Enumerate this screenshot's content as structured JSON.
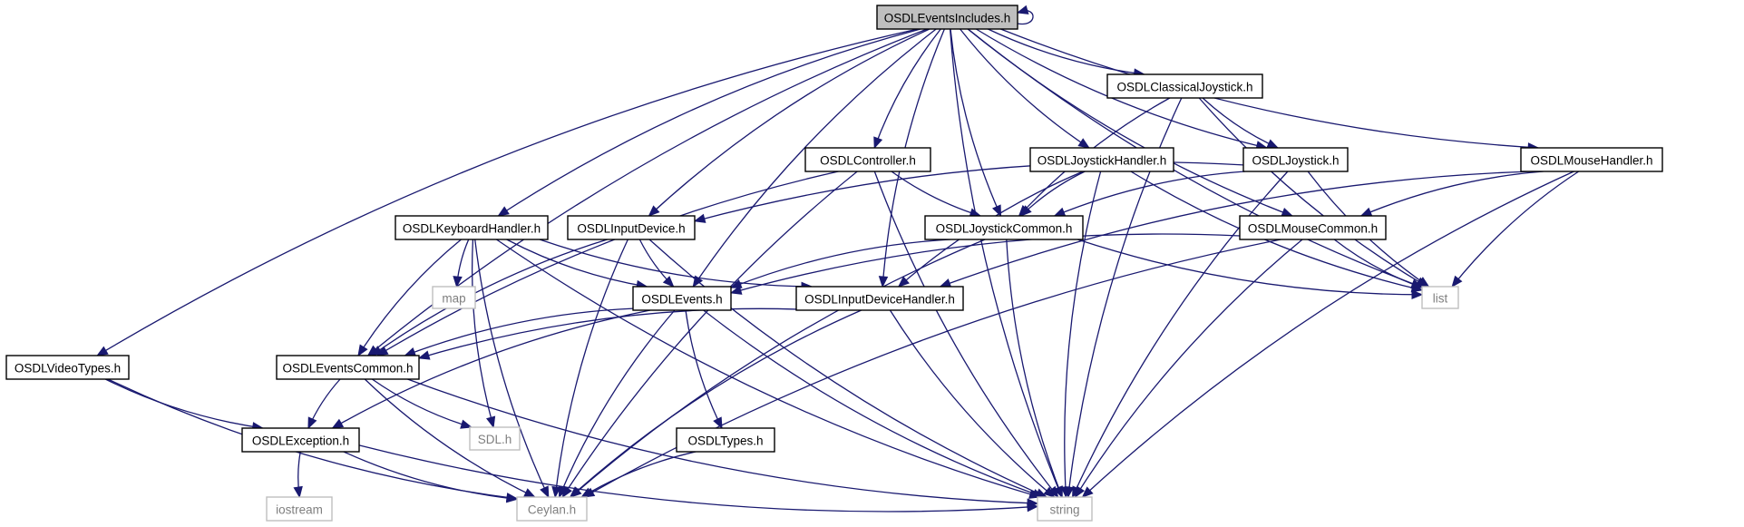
{
  "nodes": [
    {
      "id": "includes",
      "label": "OSDLEventsIncludes.h",
      "kind": "root"
    },
    {
      "id": "classicaljoystick",
      "label": "OSDLClassicalJoystick.h",
      "kind": "file"
    },
    {
      "id": "controller",
      "label": "OSDLController.h",
      "kind": "file"
    },
    {
      "id": "joystickhandler",
      "label": "OSDLJoystickHandler.h",
      "kind": "file"
    },
    {
      "id": "joystick",
      "label": "OSDLJoystick.h",
      "kind": "file"
    },
    {
      "id": "mousehandler",
      "label": "OSDLMouseHandler.h",
      "kind": "file"
    },
    {
      "id": "keyboardhandler",
      "label": "OSDLKeyboardHandler.h",
      "kind": "file"
    },
    {
      "id": "inputdevice",
      "label": "OSDLInputDevice.h",
      "kind": "file"
    },
    {
      "id": "joystickcommon",
      "label": "OSDLJoystickCommon.h",
      "kind": "file"
    },
    {
      "id": "mousecommon",
      "label": "OSDLMouseCommon.h",
      "kind": "file"
    },
    {
      "id": "map",
      "label": "map",
      "kind": "system"
    },
    {
      "id": "events",
      "label": "OSDLEvents.h",
      "kind": "file"
    },
    {
      "id": "inputdevicehandler",
      "label": "OSDLInputDeviceHandler.h",
      "kind": "file"
    },
    {
      "id": "list",
      "label": "list",
      "kind": "system"
    },
    {
      "id": "videotypes",
      "label": "OSDLVideoTypes.h",
      "kind": "file"
    },
    {
      "id": "eventscommon",
      "label": "OSDLEventsCommon.h",
      "kind": "file"
    },
    {
      "id": "exception",
      "label": "OSDLException.h",
      "kind": "file"
    },
    {
      "id": "sdl",
      "label": "SDL.h",
      "kind": "system"
    },
    {
      "id": "types",
      "label": "OSDLTypes.h",
      "kind": "file"
    },
    {
      "id": "iostream",
      "label": "iostream",
      "kind": "system"
    },
    {
      "id": "ceylan",
      "label": "Ceylan.h",
      "kind": "system"
    },
    {
      "id": "string",
      "label": "string",
      "kind": "system"
    }
  ],
  "edges": [
    [
      "includes",
      "includes"
    ],
    [
      "includes",
      "classicaljoystick"
    ],
    [
      "includes",
      "controller"
    ],
    [
      "includes",
      "joystickhandler"
    ],
    [
      "includes",
      "joystick"
    ],
    [
      "includes",
      "mousehandler"
    ],
    [
      "includes",
      "keyboardhandler"
    ],
    [
      "includes",
      "inputdevice"
    ],
    [
      "includes",
      "joystickcommon"
    ],
    [
      "includes",
      "mousecommon"
    ],
    [
      "includes",
      "events"
    ],
    [
      "includes",
      "inputdevicehandler"
    ],
    [
      "includes",
      "list"
    ],
    [
      "includes",
      "videotypes"
    ],
    [
      "includes",
      "eventscommon"
    ],
    [
      "includes",
      "string"
    ],
    [
      "classicaljoystick",
      "joystick"
    ],
    [
      "classicaljoystick",
      "joystickcommon"
    ],
    [
      "classicaljoystick",
      "list"
    ],
    [
      "classicaljoystick",
      "string"
    ],
    [
      "controller",
      "joystickcommon"
    ],
    [
      "controller",
      "eventscommon"
    ],
    [
      "controller",
      "ceylan"
    ],
    [
      "controller",
      "string"
    ],
    [
      "joystickhandler",
      "joystickcommon"
    ],
    [
      "joystickhandler",
      "inputdevicehandler"
    ],
    [
      "joystickhandler",
      "list"
    ],
    [
      "joystickhandler",
      "string"
    ],
    [
      "joystick",
      "inputdevice"
    ],
    [
      "joystick",
      "joystickcommon"
    ],
    [
      "joystick",
      "list"
    ],
    [
      "joystick",
      "string"
    ],
    [
      "mousehandler",
      "mousecommon"
    ],
    [
      "mousehandler",
      "inputdevicehandler"
    ],
    [
      "mousehandler",
      "list"
    ],
    [
      "mousehandler",
      "string"
    ],
    [
      "keyboardhandler",
      "map"
    ],
    [
      "keyboardhandler",
      "events"
    ],
    [
      "keyboardhandler",
      "inputdevicehandler"
    ],
    [
      "keyboardhandler",
      "eventscommon"
    ],
    [
      "keyboardhandler",
      "sdl"
    ],
    [
      "keyboardhandler",
      "ceylan"
    ],
    [
      "keyboardhandler",
      "string"
    ],
    [
      "inputdevice",
      "events"
    ],
    [
      "inputdevice",
      "eventscommon"
    ],
    [
      "inputdevice",
      "ceylan"
    ],
    [
      "inputdevice",
      "string"
    ],
    [
      "joystickcommon",
      "events"
    ],
    [
      "joystickcommon",
      "list"
    ],
    [
      "joystickcommon",
      "ceylan"
    ],
    [
      "joystickcommon",
      "string"
    ],
    [
      "mousecommon",
      "events"
    ],
    [
      "mousecommon",
      "list"
    ],
    [
      "mousecommon",
      "ceylan"
    ],
    [
      "mousecommon",
      "string"
    ],
    [
      "events",
      "eventscommon"
    ],
    [
      "events",
      "exception"
    ],
    [
      "events",
      "types"
    ],
    [
      "events",
      "ceylan"
    ],
    [
      "events",
      "string"
    ],
    [
      "inputdevicehandler",
      "eventscommon"
    ],
    [
      "inputdevicehandler",
      "ceylan"
    ],
    [
      "inputdevicehandler",
      "string"
    ],
    [
      "videotypes",
      "exception"
    ],
    [
      "videotypes",
      "ceylan"
    ],
    [
      "eventscommon",
      "exception"
    ],
    [
      "eventscommon",
      "sdl"
    ],
    [
      "eventscommon",
      "ceylan"
    ],
    [
      "eventscommon",
      "string"
    ],
    [
      "exception",
      "iostream"
    ],
    [
      "exception",
      "ceylan"
    ],
    [
      "exception",
      "string"
    ],
    [
      "types",
      "ceylan"
    ]
  ],
  "colors": {
    "edge": "#191970",
    "root_fill": "#bfbfbf",
    "file_border": "#000000",
    "system_border": "#bfbfbf",
    "system_text": "#7f7f7f",
    "file_text": "#000000"
  }
}
